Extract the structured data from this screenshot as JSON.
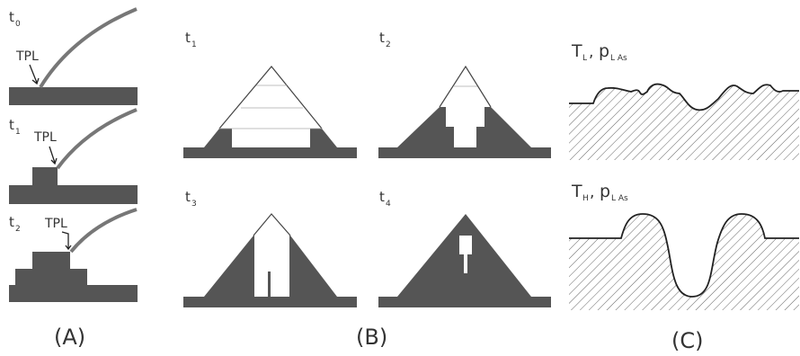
{
  "panel_a": {
    "caption": "(A)",
    "rows": [
      {
        "time": "t",
        "sub": "0",
        "tag": "TPL"
      },
      {
        "time": "t",
        "sub": "1",
        "tag": "TPL"
      },
      {
        "time": "t",
        "sub": "2",
        "tag": "TPL"
      }
    ]
  },
  "panel_b": {
    "caption": "(B)",
    "cells": [
      {
        "time": "t",
        "sub": "1"
      },
      {
        "time": "t",
        "sub": "2"
      },
      {
        "time": "t",
        "sub": "3"
      },
      {
        "time": "t",
        "sub": "4"
      }
    ]
  },
  "panel_c": {
    "caption": "(C)",
    "top": {
      "T": "T",
      "T_sub": "L",
      "sep": ",",
      "p": "p",
      "p_sub": "L As"
    },
    "bottom": {
      "T": "T",
      "T_sub": "H",
      "sep": ",",
      "p": "p",
      "p_sub": "L As"
    }
  },
  "colors": {
    "fill": "#555555",
    "line": "#777777",
    "hatch": "#666666"
  }
}
